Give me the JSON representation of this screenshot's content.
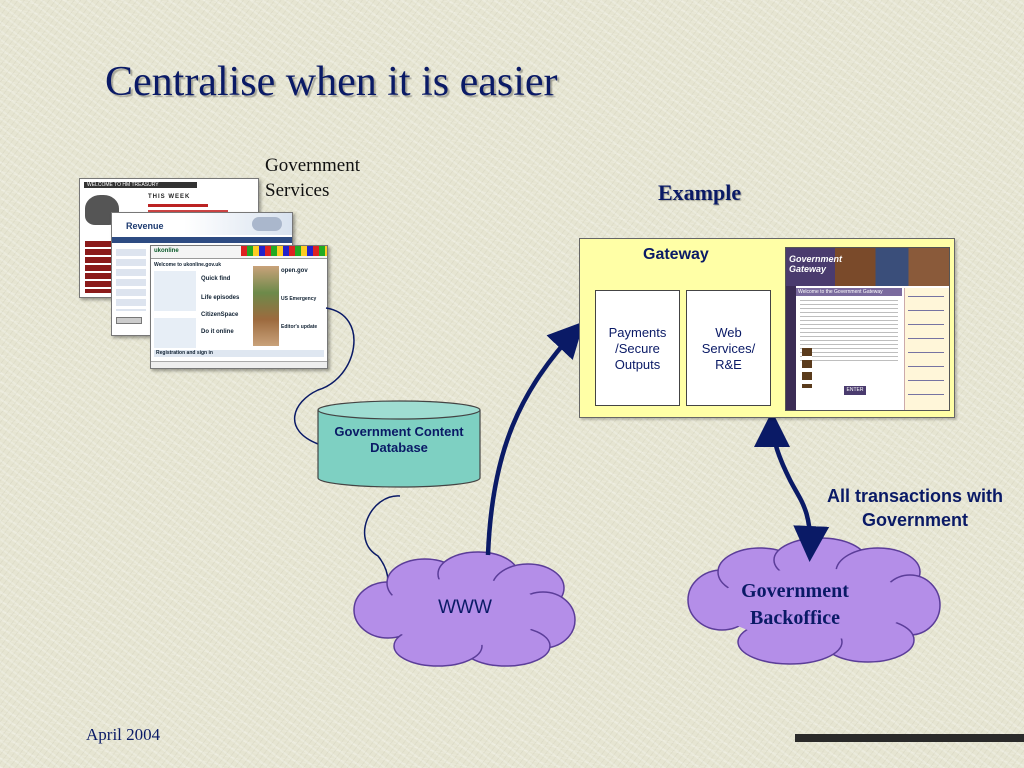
{
  "slide": {
    "title": "Centralise when it is easier",
    "government_services": "Government Services",
    "example": "Example",
    "footer_date": "April 2004"
  },
  "gateway": {
    "title": "Gateway",
    "payments": "Payments /Secure Outputs",
    "web_services": "Web Services/ R&E"
  },
  "database": {
    "label": "Government Content Database"
  },
  "www": {
    "label": "WWW"
  },
  "backoffice": {
    "label": "Government Backoffice"
  },
  "transactions": {
    "label": "All transactions with Government"
  },
  "thumbnails": {
    "treasury_header": "WELCOME TO HM TREASURY",
    "treasury_week": "THIS WEEK",
    "revenue_logo": "Revenue",
    "ukonline_logo": "ukonline",
    "ukonline_welcome": "Welcome to ukonline.gov.uk",
    "quick_find": "Quick find",
    "life_episodes": "Life episodes",
    "citizenspace": "CitizenSpace",
    "do_it_online": "Do it online",
    "open_gov": "open.gov",
    "us_emergency": "US Emergency",
    "editors_update": "Editor's update",
    "registration": "Registration and sign in",
    "gg_title": "Government Gateway",
    "gg_welcome": "Welcome to the Government Gateway",
    "gg_enter": "ENTER"
  },
  "colors": {
    "navy": "#0a1a66",
    "cloud": "#b48ee8",
    "database": "#7ed0c2",
    "gateway": "#ffffa6"
  }
}
